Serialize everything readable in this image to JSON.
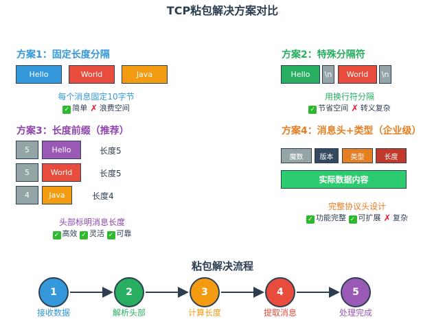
{
  "title": "TCP粘包解决方案对比",
  "scheme1": {
    "title": "方案1：固定长度分隔",
    "boxes": [
      "Hello",
      "World",
      "Java"
    ],
    "note": "每个消息固定10字节",
    "pros": "简单",
    "cons": "浪费空间"
  },
  "scheme2": {
    "title": "方案2：特殊分隔符",
    "boxes": [
      "Hello",
      "\\n",
      "World",
      "\\n"
    ],
    "note": "用换行符分隔",
    "pros": "节省空间",
    "cons": "转义复杂"
  },
  "scheme3": {
    "title": "方案3：长度前缀（推荐）",
    "rows": [
      {
        "len": "5",
        "msg": "Hello",
        "label": "长度5"
      },
      {
        "len": "5",
        "msg": "World",
        "label": "长度5"
      },
      {
        "len": "4",
        "msg": "Java",
        "label": "长度4"
      }
    ],
    "note": "头部标明消息长度",
    "pros": [
      "高效",
      "灵活",
      "可靠"
    ]
  },
  "scheme4": {
    "title": "方案4：消息头+类型（企业级）",
    "header_fields": [
      "魔数",
      "版本",
      "类型",
      "长度"
    ],
    "content": "实际数据内容",
    "note": "完整协议头设计",
    "pros": [
      "功能完整",
      "可扩展"
    ],
    "cons": "复杂"
  },
  "flow": {
    "title": "粘包解决流程",
    "steps": [
      {
        "num": "1",
        "label": "接收数据",
        "color": "#3498db"
      },
      {
        "num": "2",
        "label": "解析头部",
        "color": "#27ae60"
      },
      {
        "num": "3",
        "label": "计算长度",
        "color": "#f39c12"
      },
      {
        "num": "4",
        "label": "提取消息",
        "color": "#e74c3c"
      },
      {
        "num": "5",
        "label": "处理完成",
        "color": "#9b59b6"
      }
    ]
  },
  "icons": {
    "check": "check-mark-icon",
    "cross": "cross-mark-icon"
  }
}
